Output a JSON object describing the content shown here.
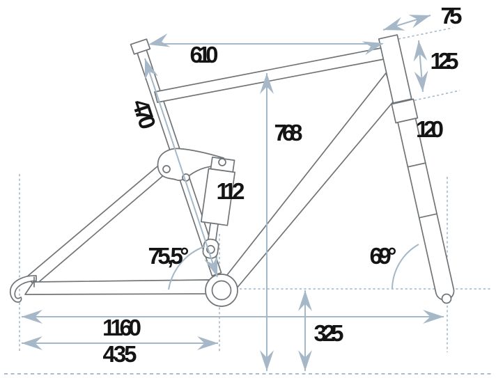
{
  "diagram": {
    "subject": "full-suspension bike frame geometry drawing",
    "units_note": "values as printed on drawing"
  },
  "dimensions": {
    "top_tube": "610",
    "seat_tube": "470",
    "stem": "75",
    "head_tube": "125",
    "fork": "120",
    "seat_height": "768",
    "shock": "112",
    "seat_angle": "75,5°",
    "head_angle": "69°",
    "wheelbase": "1160",
    "chainstay": "435",
    "bb_height": "325"
  },
  "colors": {
    "background": "#ffffff",
    "frame_stroke": "#6f7478",
    "dimension": "#a3b8c8",
    "arrowhead": "#a6b8c7",
    "dashed": "#9fb4c6",
    "text": "#141414"
  }
}
